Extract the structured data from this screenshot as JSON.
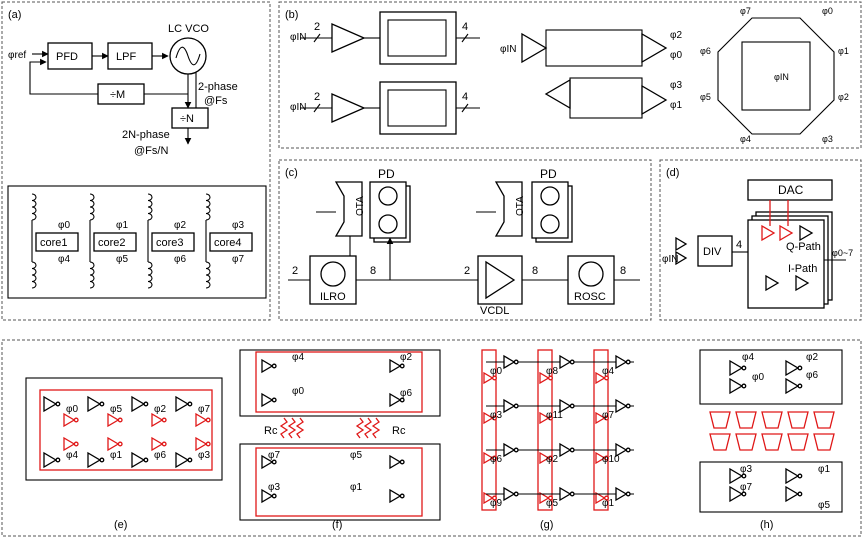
{
  "panels": {
    "a": {
      "label": "(a)",
      "ref_label": "φref",
      "pfd": "PFD",
      "lpf": "LPF",
      "vco_label": "LC VCO",
      "div_m": "÷M",
      "div_n": "÷N",
      "two_phase": "2-phase",
      "at_fs": "@Fs",
      "twoN_phase": "2N-phase",
      "at_fsn": "@Fs/N",
      "cores": [
        "core1",
        "core2",
        "core3",
        "core4"
      ],
      "top_phases": [
        "φ0",
        "φ1",
        "φ2",
        "φ3"
      ],
      "bottom_phases": [
        "φ4",
        "φ5",
        "φ6",
        "φ7"
      ]
    },
    "b": {
      "label": "(b)",
      "in_label": "φIN",
      "bus_in": "2",
      "bus_out": "4",
      "out_top": [
        "φ2",
        "φ0"
      ],
      "out_bottom": [
        "φ3",
        "φ1"
      ],
      "ring_phases": [
        "φ7",
        "φ0",
        "φ6",
        "φ1",
        "φ5",
        "φ2",
        "φ4",
        "φ3"
      ],
      "ring_in": "φIN"
    },
    "c": {
      "label": "(c)",
      "pd": "PD",
      "ota": "OTA",
      "ilro": "ILRO",
      "vcdl": "VCDL",
      "rosc": "ROSC",
      "bus_2": "2",
      "bus_8": "8"
    },
    "d": {
      "label": "(d)",
      "dac": "DAC",
      "div": "DIV",
      "q_path": "Q-Path",
      "i_path": "I-Path",
      "in_label": "φIN",
      "bus_4": "4",
      "out_label": "φ0~7"
    },
    "e": {
      "label": "(e)",
      "top_phases": [
        "φ0",
        "φ5",
        "φ2",
        "φ7"
      ],
      "bottom_phases": [
        "φ4",
        "φ1",
        "φ6",
        "φ3"
      ]
    },
    "f": {
      "label": "(f)",
      "phases_a": [
        "φ4",
        "φ2",
        "φ0",
        "φ6"
      ],
      "phases_b": [
        "φ7",
        "φ5",
        "φ3",
        "φ1"
      ],
      "rc": "Rc"
    },
    "g": {
      "label": "(g)",
      "rows": [
        [
          "φ0",
          "φ8",
          "φ4"
        ],
        [
          "φ3",
          "φ11",
          "φ7"
        ],
        [
          "φ6",
          "φ2",
          "φ10"
        ],
        [
          "φ9",
          "φ5",
          "φ1"
        ]
      ]
    },
    "h": {
      "label": "(h)",
      "top": [
        "φ4",
        "φ2",
        "φ0",
        "φ6"
      ],
      "bottom": [
        "φ3",
        "φ1",
        "φ7",
        "φ5"
      ]
    }
  }
}
